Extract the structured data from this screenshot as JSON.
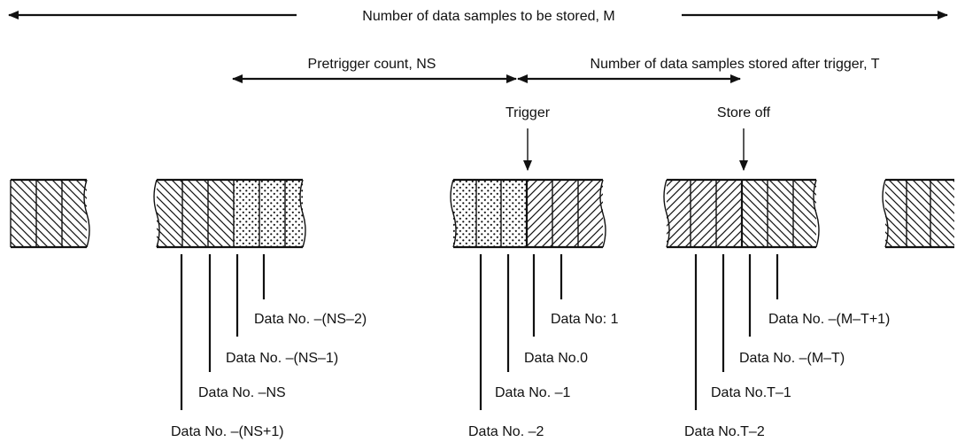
{
  "arrows": {
    "total": "Number of data samples to be stored, M",
    "pretrigger": "Pretrigger count, NS",
    "after_trigger": "Number of data samples stored after trigger, T"
  },
  "markers": {
    "trigger": "Trigger",
    "store_off": "Store off"
  },
  "labels": {
    "ns_plus_1": "Data No. –(NS+1)",
    "minus_ns": "Data No. –NS",
    "ns_minus_1": "Data No. –(NS–1)",
    "ns_minus_2": "Data No. –(NS–2)",
    "minus_2": "Data No. –2",
    "minus_1": "Data No. –1",
    "zero": "Data No.0",
    "one": "Data No: 1",
    "t_minus_2": "Data No.T–2",
    "t_minus_1": "Data No.T–1",
    "m_minus_t": "Data No. –(M–T)",
    "m_minus_t_plus_1": "Data No. –(M–T+1)"
  },
  "colors": {
    "ink": "#111111",
    "background": "#ffffff"
  }
}
